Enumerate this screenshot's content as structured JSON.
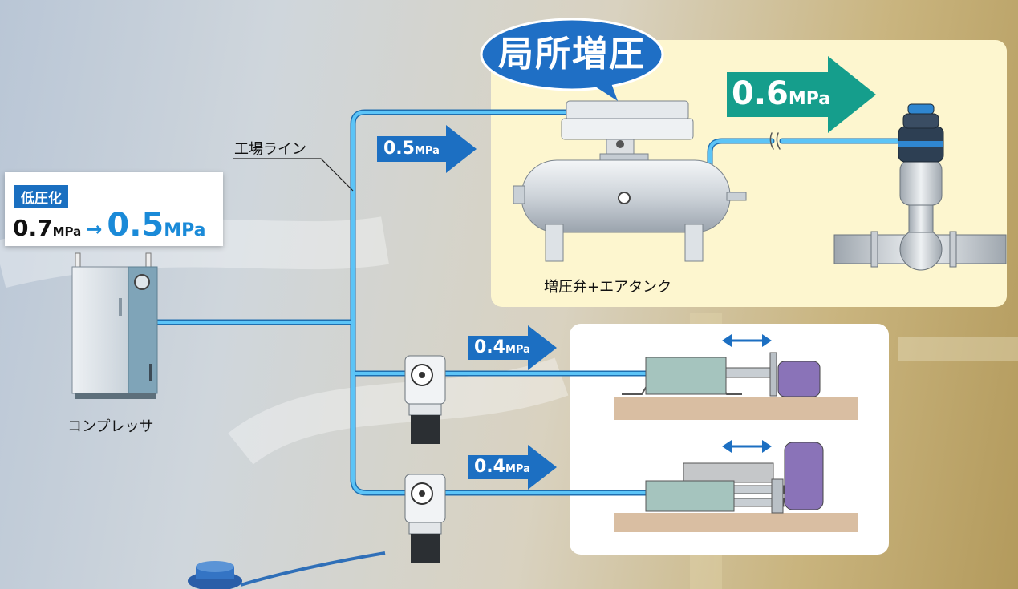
{
  "callout": {
    "text": "局所増圧"
  },
  "factory_line": {
    "label": "工場ライン"
  },
  "low_pressure": {
    "tag": "低圧化",
    "from_value": "0.7",
    "from_unit": "MPa",
    "arrow": "→",
    "to_value": "0.5",
    "to_unit": "MPa"
  },
  "compressor": {
    "label": "コンプレッサ"
  },
  "booster": {
    "label": "増圧弁+エアタンク"
  },
  "arrows": {
    "main": {
      "value": "0.5",
      "unit": "MPa"
    },
    "boost": {
      "value": "0.6",
      "unit": "MPa"
    },
    "branch1": {
      "value": "0.4",
      "unit": "MPa"
    },
    "branch2": {
      "value": "0.4",
      "unit": "MPa"
    }
  },
  "colors": {
    "pipe": "#3fa9f5",
    "arrow_blue": "#1c6fc2",
    "arrow_teal": "#159e8c",
    "callout": "#1f6fc5",
    "highlight_panel": "#fdf6cf"
  }
}
